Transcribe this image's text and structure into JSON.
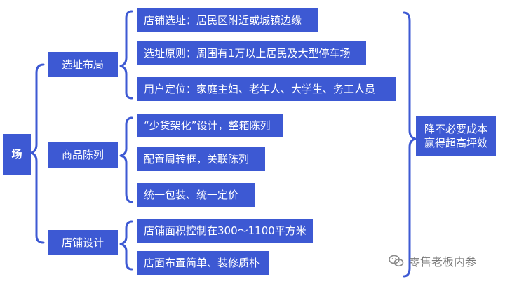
{
  "root": {
    "label": "场"
  },
  "branches": [
    {
      "label": "选址布局",
      "items": [
        "店铺选址：居民区附近或城镇边缘",
        "选址原则：周围有1万以上居民及大型停车场",
        "用户定位：家庭主妇、老年人、大学生、务工人员"
      ]
    },
    {
      "label": "商品陈列",
      "items": [
        "“少货架化”设计，整箱陈列",
        "配置周转框，关联陈列",
        "统一包装、统一定价"
      ]
    },
    {
      "label": "店铺设计",
      "items": [
        "店铺面积控制在300～1100平方米",
        "店面布置简单、装修质朴"
      ]
    }
  ],
  "outcome": {
    "label": "降不必要成本赢得超高坪效"
  },
  "watermark": {
    "text": "零售老板内参",
    "icon": "wechat-icon"
  },
  "colors": {
    "box": "#3d59d3",
    "bracket": "#3d59d3",
    "text": "#ffffff"
  }
}
